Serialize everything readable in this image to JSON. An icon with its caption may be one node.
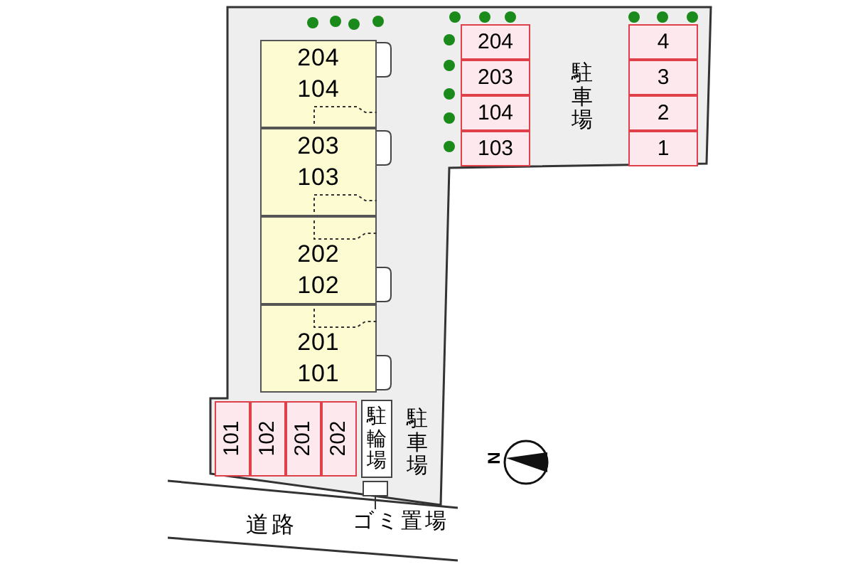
{
  "diagram": {
    "nodes": [
      {
        "text": [
          "204",
          "104"
        ]
      },
      {
        "text": [
          "203",
          "103"
        ]
      },
      {
        "text": [
          "202",
          "102"
        ]
      },
      {
        "text": [
          "201",
          "101"
        ]
      },
      {
        "text": [
          "204"
        ]
      },
      {
        "text": [
          "203"
        ]
      },
      {
        "text": [
          "104"
        ]
      },
      {
        "text": [
          "103"
        ]
      },
      {
        "text": [
          "4"
        ]
      },
      {
        "text": [
          "3"
        ]
      },
      {
        "text": [
          "2"
        ]
      },
      {
        "text": [
          "1"
        ]
      },
      {
        "text": [
          "101"
        ]
      },
      {
        "text": [
          "102"
        ]
      },
      {
        "text": [
          "201"
        ]
      },
      {
        "text": [
          "202"
        ]
      },
      {
        "text": [
          "駐輪場"
        ]
      },
      {
        "text": [],
        "shape": "box"
      },
      {
        "text": [
          "ゴミ置場"
        ]
      }
    ],
    "edges": [
      {
        "from": 18,
        "to": 17,
        "arrow": "none"
      }
    ],
    "labels": [
      "駐車場",
      "駐車場",
      "道路",
      "N"
    ]
  }
}
